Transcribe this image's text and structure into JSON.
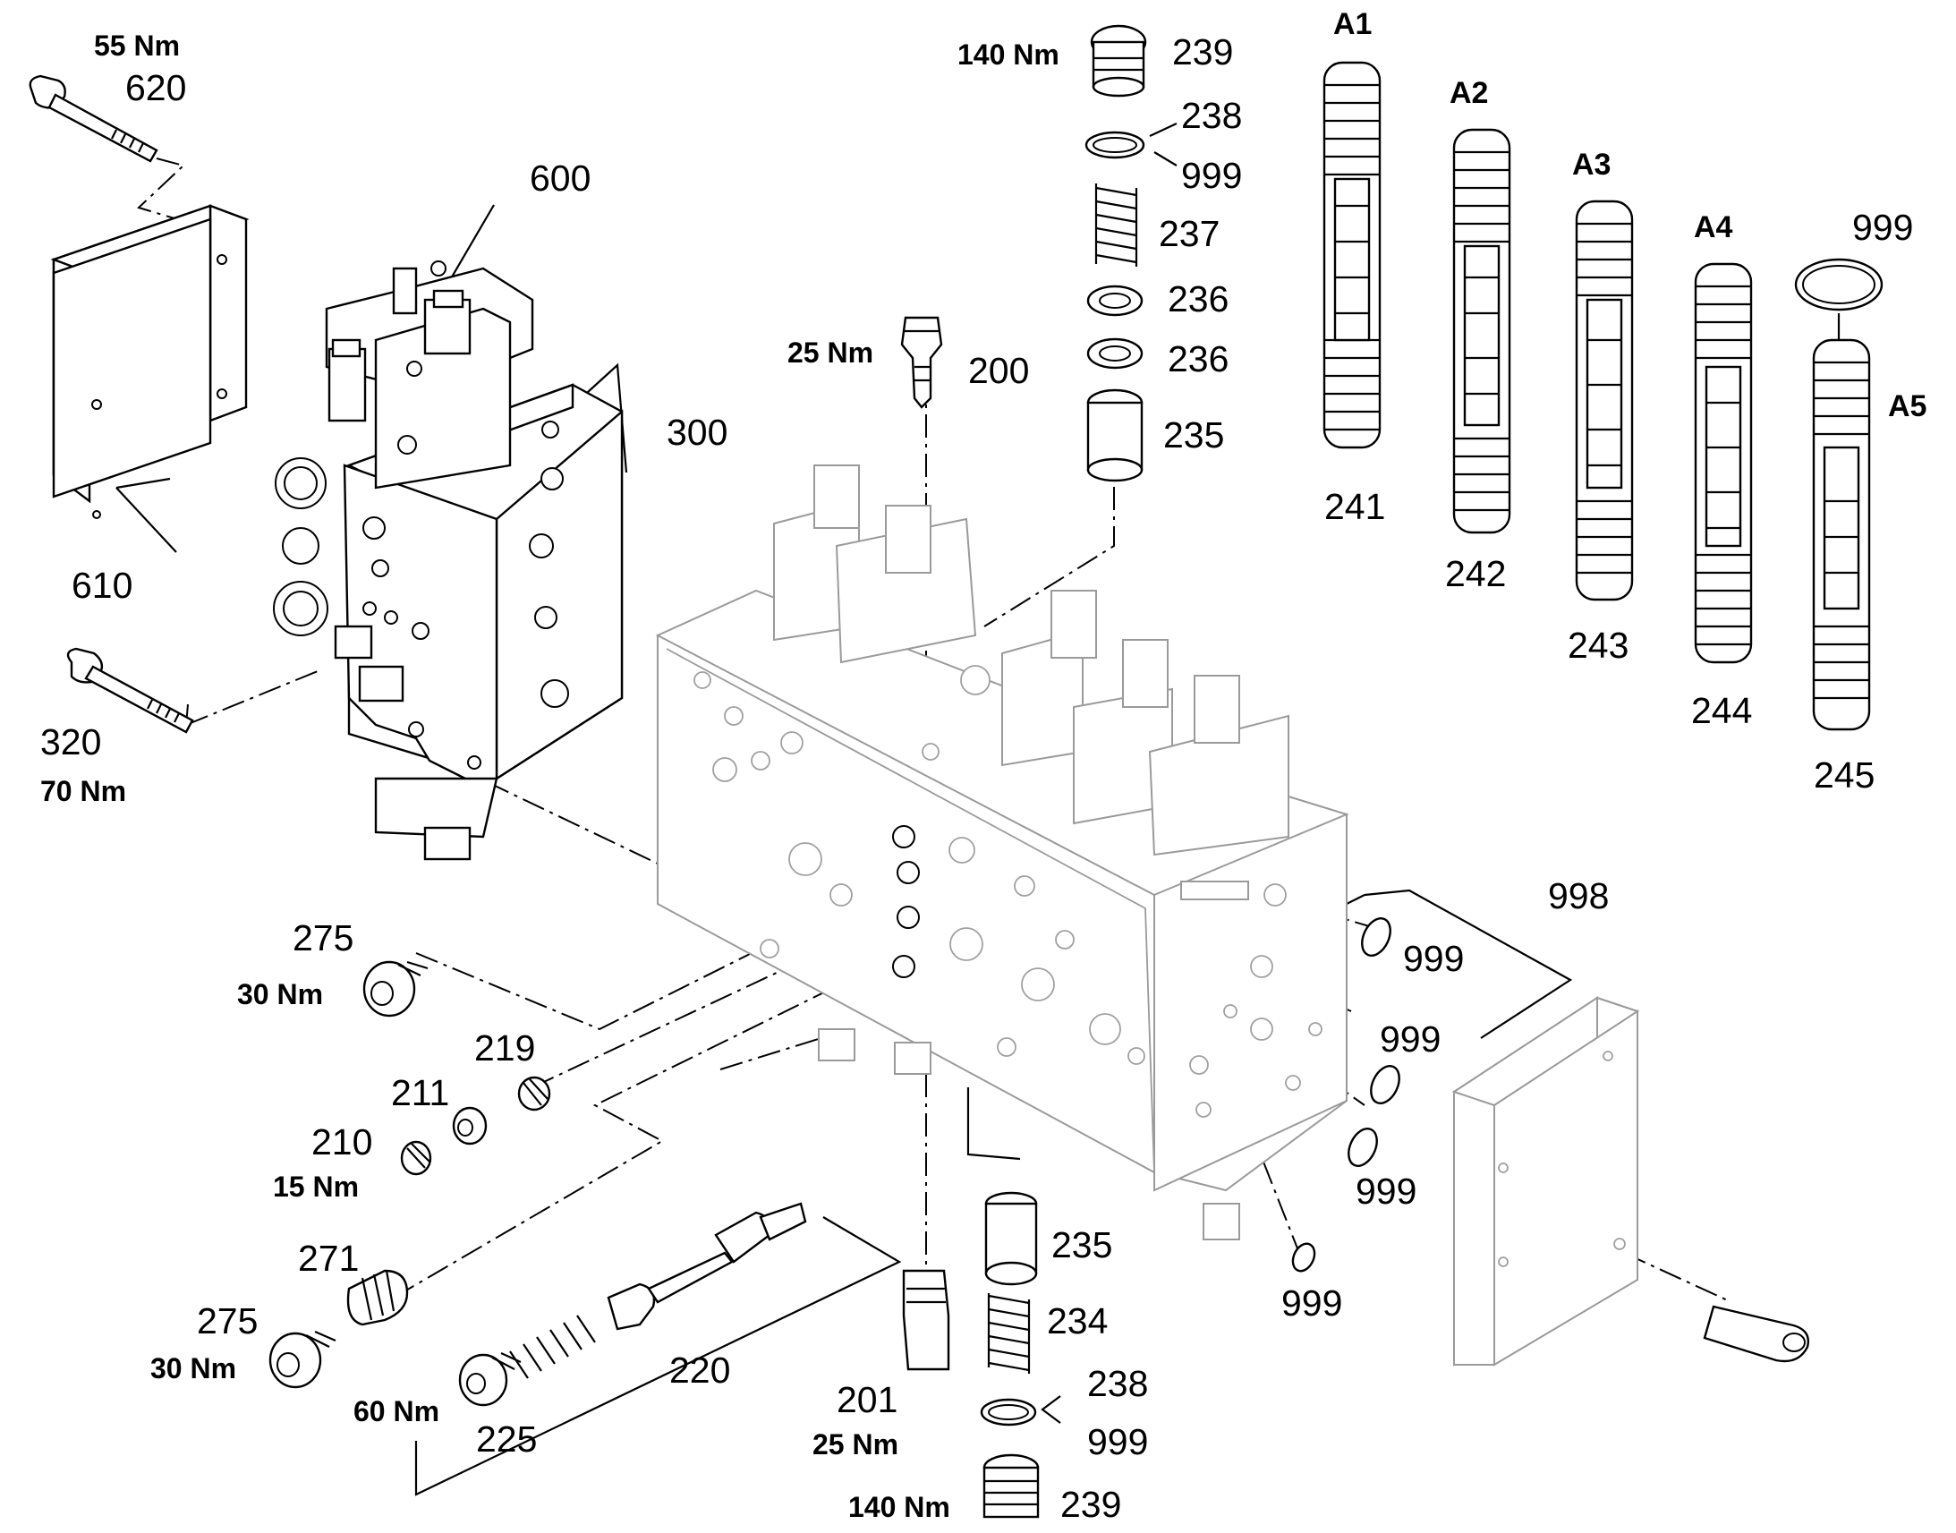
{
  "part_labels": {
    "p620": "620",
    "p600": "600",
    "p610": "610",
    "p300": "300",
    "p320": "320",
    "p200": "200",
    "p239_top": "239",
    "p238_top": "238",
    "p999_top": "999",
    "p237": "237",
    "p236_a": "236",
    "p236_b": "236",
    "p235_top": "235",
    "p241": "241",
    "p242": "242",
    "p243": "243",
    "p244": "244",
    "p245": "245",
    "p999_a5": "999",
    "p998": "998",
    "p999_r1": "999",
    "p999_r2": "999",
    "p999_r3": "999",
    "p999_r4": "999",
    "p275_a": "275",
    "p219": "219",
    "p211": "211",
    "p210": "210",
    "p271": "271",
    "p275_b": "275",
    "p225": "225",
    "p220": "220",
    "p201": "201",
    "p235_bot": "235",
    "p234": "234",
    "p238_bot": "238",
    "p999_bot": "999",
    "p239_bot": "239"
  },
  "torque_labels": {
    "t620": "55 Nm",
    "t320": "70 Nm",
    "t239_top": "140 Nm",
    "t200": "25 Nm",
    "t275_a": "30 Nm",
    "t210": "15 Nm",
    "t275_b": "30 Nm",
    "t225": "60 Nm",
    "t201": "25 Nm",
    "t239_bot": "140 Nm"
  },
  "assembly_labels": {
    "a1": "A1",
    "a2": "A2",
    "a3": "A3",
    "a4": "A4",
    "a5": "A5"
  }
}
